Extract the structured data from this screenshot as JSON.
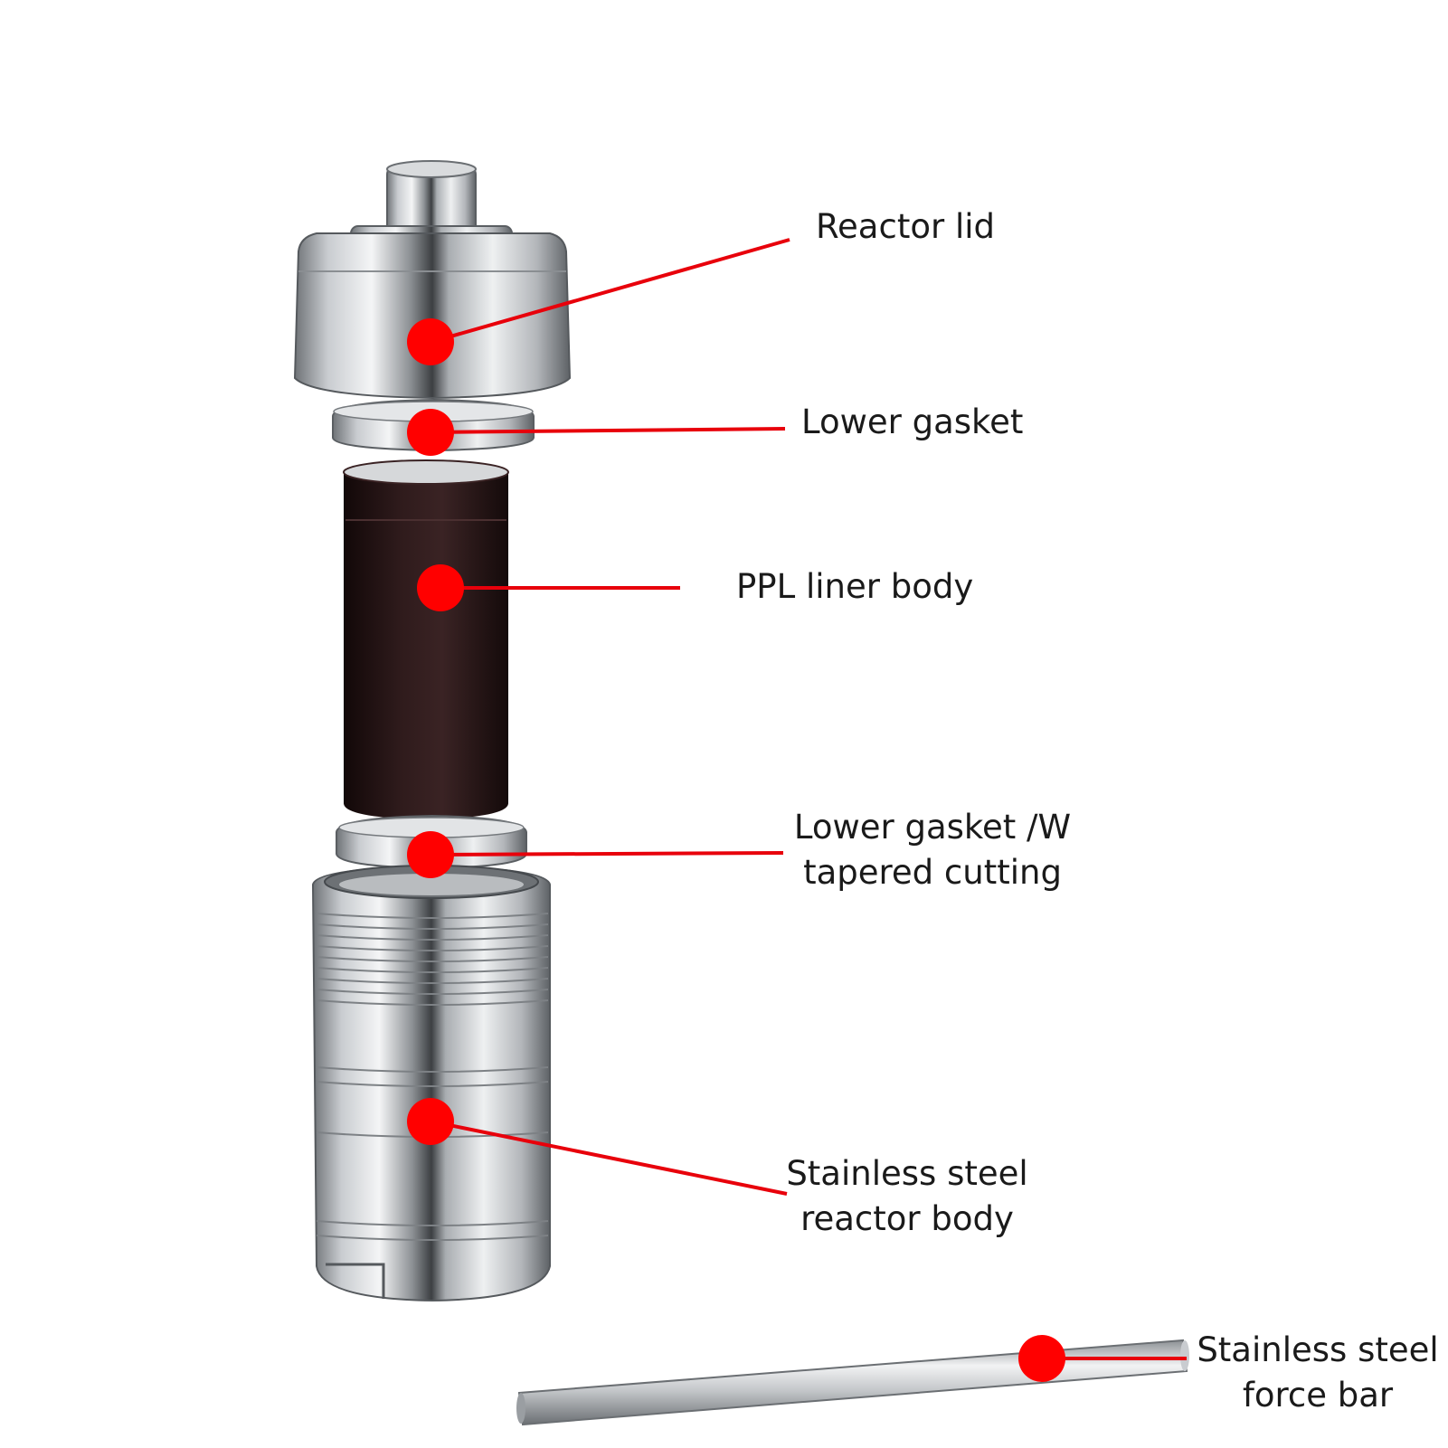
{
  "colors": {
    "leader": "#e8000b",
    "marker": "#ff0000",
    "steel": "#b7bbbf",
    "liner": "#2a1718",
    "text": "#1a1a1a"
  },
  "callouts": [
    {
      "id": "reactor-lid",
      "lines": [
        "Reactor lid"
      ]
    },
    {
      "id": "upper-gasket",
      "lines": [
        "Lower gasket"
      ]
    },
    {
      "id": "ppl-liner-body",
      "lines": [
        "PPL liner body"
      ]
    },
    {
      "id": "lower-gasket-tapered",
      "lines": [
        "Lower gasket /W",
        "tapered cutting"
      ]
    },
    {
      "id": "reactor-body",
      "lines": [
        "Stainless steel",
        "reactor body"
      ]
    },
    {
      "id": "force-bar",
      "lines": [
        "Stainless steel",
        "force bar"
      ]
    }
  ]
}
